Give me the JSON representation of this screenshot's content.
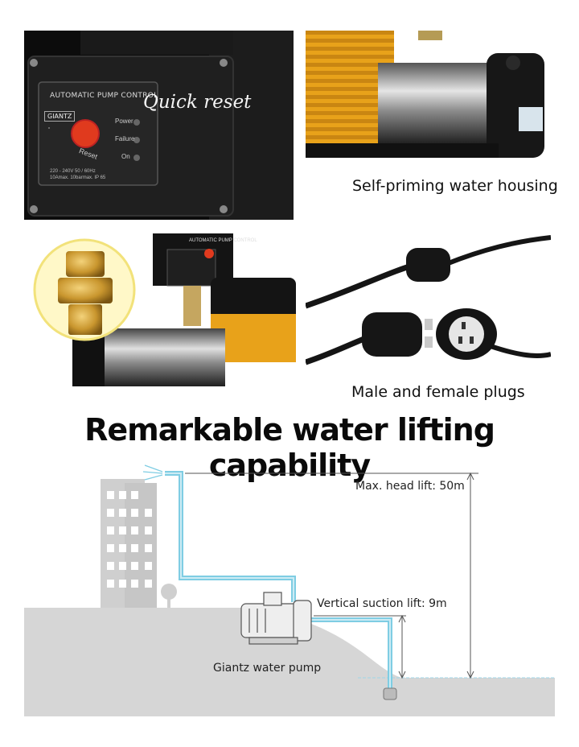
{
  "panels": {
    "control": {
      "plate_title": "AUTOMATIC PUMP CONTROL",
      "brand": "GIANTZ",
      "reset_label": "Reset",
      "indicators": [
        "Power",
        "Failure",
        "On"
      ],
      "spec_line_1": "220 - 240V  50 / 60Hz",
      "spec_line_2": "10Amax. 10barmax. IP 65",
      "annotation": "Quick reset"
    },
    "housing": {
      "caption": "Self-priming water housing"
    },
    "fitting": {
      "plate_title": "AUTOMATIC PUMP CONTROL"
    },
    "plugs": {
      "caption": "Male and female plugs"
    }
  },
  "headline": "Remarkable water  lifting capability",
  "diagram": {
    "max_head_label": "Max. head lift: 50m",
    "suction_label": "Vertical suction lift: 9m",
    "pump_label": "Giantz water pump"
  },
  "colors": {
    "pump_gold": "#e8a21a",
    "pump_black": "#161616",
    "pipe_blue": "#7fcde3",
    "building_gray": "#cfcfcf",
    "ground_gray": "#d6d6d6"
  }
}
